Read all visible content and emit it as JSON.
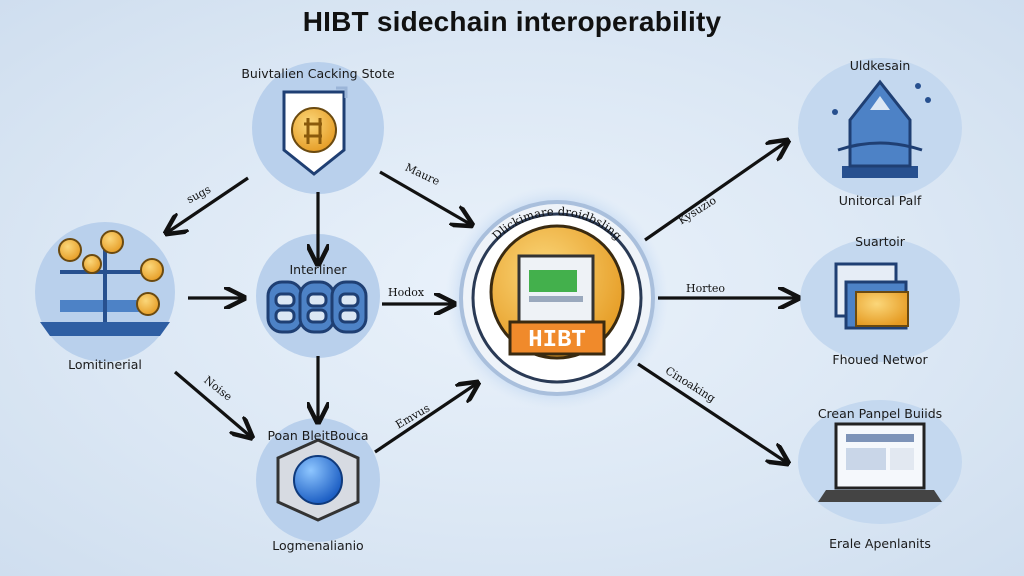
{
  "title": "HIBT sidechain interoperability",
  "nodes": {
    "staking": "Buivtalien Cacking Stote",
    "lomitinerial": "Lomitinerial",
    "interliner": "Interliner",
    "pool": "Poan BleitBouca",
    "logmenalianio": "Logmenalianio",
    "hub_ring": "Dlickimare droidbsling",
    "hub_badge": "HIBT",
    "uldkesain": "Uldkesain",
    "unitorcal": "Unitorcal Palf",
    "suartoir": "Suartoir",
    "fhoued": "Fhoued Networ",
    "crean": "Crean Panpel Buiids",
    "erale": "Erale Apenlanits"
  },
  "edges": {
    "sugs": "sugs",
    "maure": "Maure",
    "hodox": "Hodox",
    "kysuzio": "Kysuzio",
    "horteo": "Horteo",
    "cinoaking": "Cinoaking",
    "noise": "Noise",
    "emvus": "Emvus"
  },
  "colors": {
    "blue_dark": "#27508f",
    "blue_mid": "#4d82c6",
    "blue_light": "#bcd3ee",
    "gold": "#e9a431",
    "orange_badge": "#f08a2b",
    "arrow": "#111111"
  }
}
